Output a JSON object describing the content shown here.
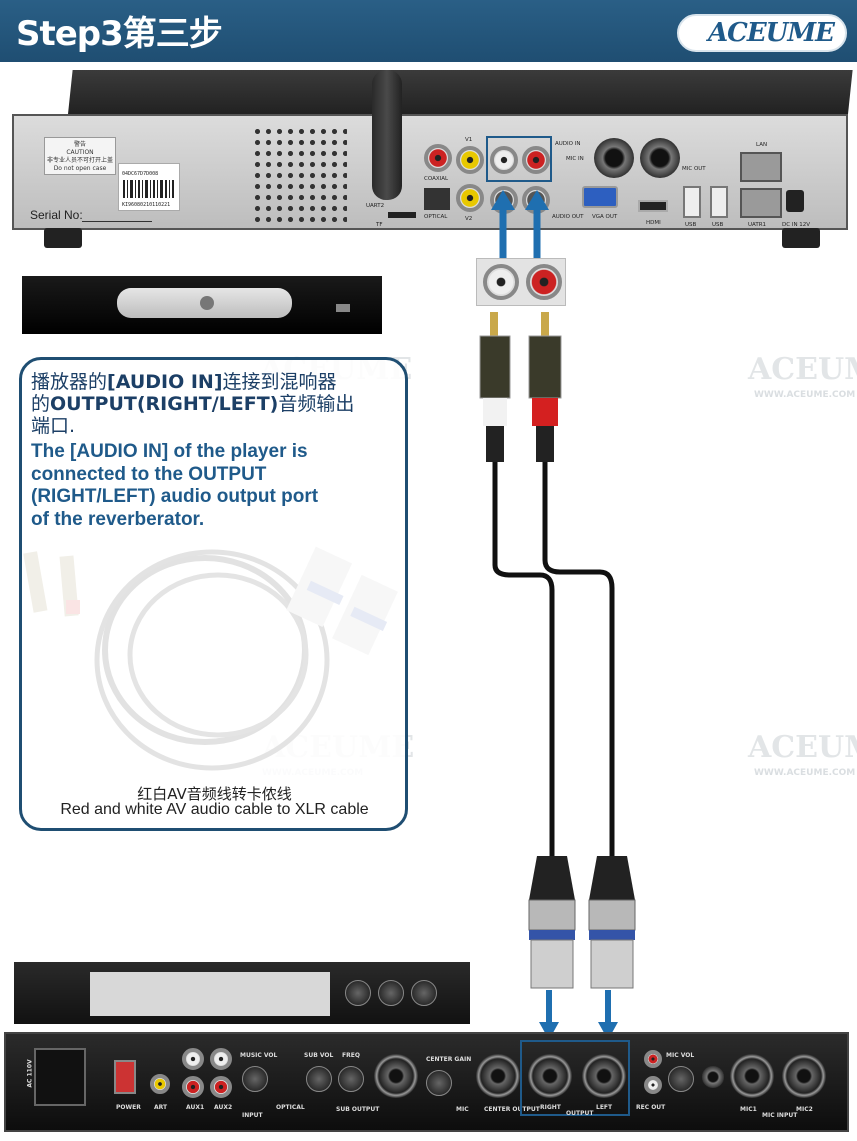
{
  "header": {
    "step_title": "Step3第三步",
    "brand_logo": "ACEUME"
  },
  "watermark": {
    "brand": "ACEUME",
    "url": "WWW.ACEUME.COM"
  },
  "player": {
    "warning_label": "警告",
    "caution_label": "CAUTION",
    "warning_cn": "非专业人员不可打开上盖",
    "warning_en": "Do not open case",
    "barcode_top": "04DC67D7D008",
    "barcode_bottom": "KI96080210110221",
    "serial_label": "Serial No:",
    "ports": {
      "v1": "V1",
      "v2": "V2",
      "coaxial": "COAXIAL",
      "optical": "OPTICAL",
      "uart2": "UART2",
      "tf": "TF",
      "audio_in": "AUDIO IN",
      "mic_in": "MIC IN",
      "audio_out": "AUDIO OUT",
      "vga_out": "VGA OUT",
      "hdmi": "HDMI",
      "usb1": "USB",
      "usb2": "USB",
      "mic_out": "MIC OUT",
      "lan": "LAN",
      "uatr1": "UATR1",
      "dc_in": "DC IN 12V"
    }
  },
  "info": {
    "cn_line1_pre": "播放器的",
    "cn_line1_bold": "[AUDIO IN]",
    "cn_line1_post": "连接到混响器",
    "cn_line2_pre": "的",
    "cn_line2_bold": "OUTPUT(RIGHT/LEFT)",
    "cn_line2_post": "音频输出",
    "cn_line3": "端口.",
    "en_line1": "The [AUDIO IN] of the player is",
    "en_line2": "connected to the OUTPUT",
    "en_line3": "(RIGHT/LEFT) audio output port",
    "en_line4": "of the reverberator.",
    "caption_cn": "红白AV音频线转卡侬线",
    "caption_en": "Red and white AV audio cable to XLR cable"
  },
  "reverberator": {
    "music_vol": "MUSIC VOL",
    "sub_vol": "SUB VOL",
    "freq": "FREQ",
    "center_gain": "CENTER GAIN",
    "mic_vol": "MIC VOL",
    "art": "ART",
    "aux1": "AUX1",
    "aux2": "AUX2",
    "input": "INPUT",
    "optical": "OPTICAL",
    "sub_output": "SUB OUTPUT",
    "center_output": "CENTER OUTPUT",
    "mic": "MIC",
    "right": "RIGHT",
    "output": "OUTPUT",
    "left": "LEFT",
    "rec_out": "REC OUT",
    "mic1": "MIC1",
    "mic_input": "MIC INPUT",
    "mic2": "MIC2",
    "power": "POWER",
    "voltage": "AC 110V"
  },
  "colors": {
    "header_blue": "#1f4e72",
    "accent_blue": "#1f5a8a",
    "arrow_blue": "#1f6fb0"
  }
}
